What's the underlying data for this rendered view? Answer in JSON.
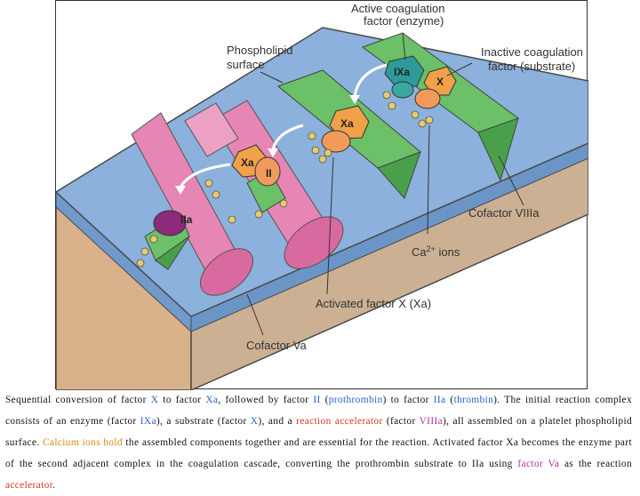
{
  "labels": {
    "active": [
      "Active coagulation",
      "factor (enzyme)"
    ],
    "phospholipid": [
      "Phospholipid",
      "surface"
    ],
    "inactive": [
      "Inactive coagulation",
      "factor (substrate)"
    ],
    "cofactor_viiia": "Cofactor VIIIa",
    "ca_main": "Ca",
    "ca_sup": "2+",
    "ca_tail": " ions",
    "activated_x": "Activated factor X (Xa)",
    "cofactor_va": "Cofactor Va"
  },
  "factors": {
    "ixa": "IXa",
    "x": "X",
    "xa_mid": "Xa",
    "xa_left": "Xa",
    "ii": "II",
    "iia": "IIa"
  },
  "caption": {
    "t1": "Sequential conversion of factor ",
    "x1": "X",
    "t2": " to factor ",
    "xa1": "Xa",
    "t3": ", followed by factor ",
    "ii1": "II",
    "t4": " (",
    "prothrombin": "prothrombin",
    "t5": ") to factor ",
    "iia1": "IIa",
    "t6": " (",
    "thrombin": "thrombin",
    "t7": "). The initial reaction complex consists of an enzyme (factor ",
    "ixa1": "IXa",
    "t8": "), a substrate (factor ",
    "x2": "X",
    "t9": "), and a ",
    "reaction_accel": "reaction accelerator",
    "t10": " (factor ",
    "viiia": "VIIIa",
    "t11": "), all assembled on a platelet phospholipid surface. ",
    "calcium": "Calcium ions hold",
    "t12": " the assembled components together and are essential for the reaction. Activated factor Xa becomes the enzyme part of the second adjacent complex in the coagulation cascade, converting the prothrombin substrate to IIa using ",
    "factor_va": "factor Va",
    "t13": " as the reaction ",
    "accel": "accelerator",
    "t14": "."
  },
  "colors": {
    "membrane_top": "#8bb1dc",
    "membrane_front": "#d9b18a",
    "pink_cylinder": "#e586b4",
    "green_cofactor": "#5fb85a",
    "orange_factor": "#f0a14a",
    "teal_factor": "#2f9a9a",
    "purple_factor": "#8d2a7a",
    "caption_blue": "#2a62c8",
    "caption_purple": "#b0309a",
    "caption_orange": "#d88810",
    "caption_red": "#d43a2a"
  }
}
